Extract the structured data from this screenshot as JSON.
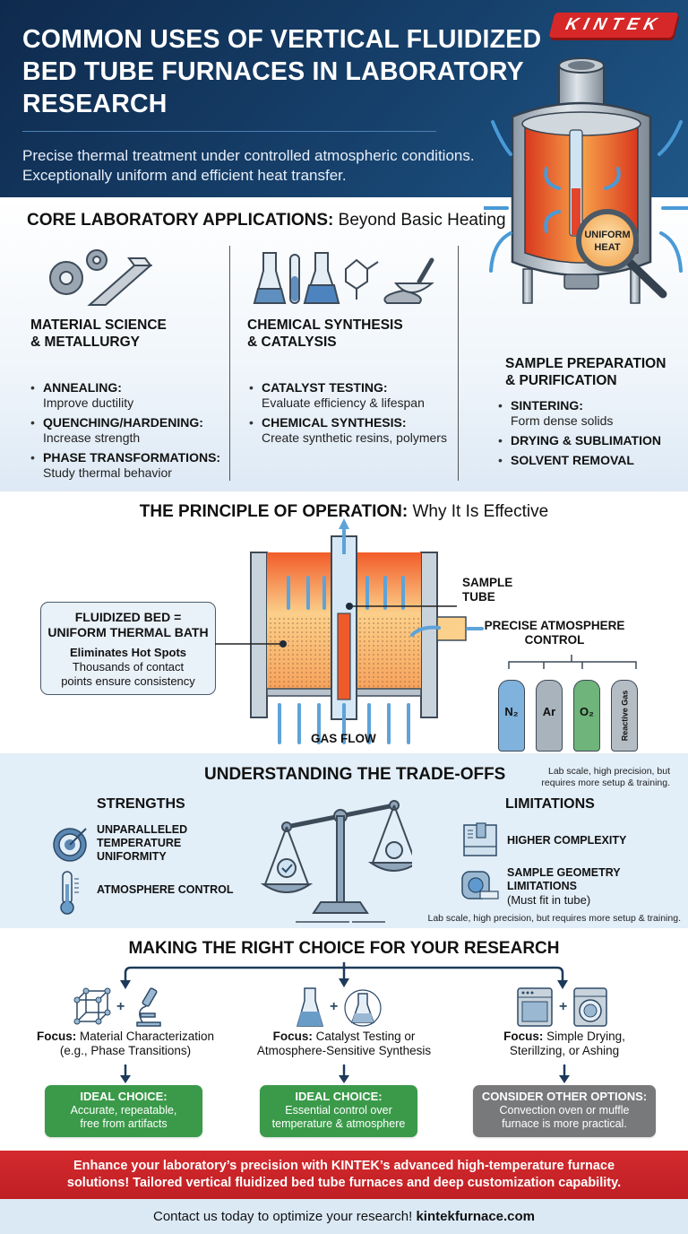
{
  "header": {
    "title": "COMMON USES OF VERTICAL FLUIDIZED BED TUBE FURNACES IN LABORATORY RESEARCH",
    "subtitle": "Precise thermal treatment under controlled atmospheric conditions. Exceptionally uniform and efficient heat transfer.",
    "logo": "KINTEK",
    "magnifier_label_1": "UNIFORM",
    "magnifier_label_2": "HEAT"
  },
  "core": {
    "title_bold": "CORE LABORATORY APPLICATIONS:",
    "title_light": " Beyond Basic Heating",
    "columns": [
      {
        "heading_1": "MATERIAL SCIENCE",
        "heading_2": "& METALLURGY",
        "icon": "gears-and-ingot-icon",
        "items": [
          {
            "label": "ANNEALING:",
            "desc": "Improve ductility"
          },
          {
            "label": "QUENCHING/HARDENING:",
            "desc": "Increase strength"
          },
          {
            "label": "PHASE TRANSFORMATIONS:",
            "desc": "Study thermal behavior"
          }
        ]
      },
      {
        "heading_1": "CHEMICAL SYNTHESIS",
        "heading_2": "& CATALYSIS",
        "icon": "lab-glassware-icon",
        "items": [
          {
            "label": "CATALYST TESTING:",
            "desc": "Evaluate efficiency & lifespan"
          },
          {
            "label": "CHEMICAL SYNTHESIS:",
            "desc": "Create synthetic resins, polymers"
          }
        ]
      },
      {
        "heading_1": "SAMPLE PREPARATION",
        "heading_2": "& PURIFICATION",
        "icon": "furnace-icon",
        "items": [
          {
            "label": "SINTERING:",
            "desc": "Form dense solids"
          },
          {
            "label": "DRYING & SUBLIMATION",
            "desc": ""
          },
          {
            "label": "SOLVENT REMOVAL",
            "desc": ""
          }
        ]
      }
    ]
  },
  "principle": {
    "title_bold": "THE PRINCIPLE OF OPERATION:",
    "title_light": " Why It Is Effective",
    "callout": {
      "heading_1": "FLUIDIZED BED =",
      "heading_2": "UNIFORM THERMAL BATH",
      "sub": "Eliminates Hot Spots",
      "text_1": "Thousands of contact",
      "text_2": "points ensure consistency"
    },
    "sample_tube_1": "SAMPLE",
    "sample_tube_2": "TUBE",
    "atmosphere_1": "PRECISE ATMOSPHERE",
    "atmosphere_2": "CONTROL",
    "gas_flow": "GAS FLOW",
    "cylinders": [
      {
        "label": "N₂",
        "color": "#7fb2dc"
      },
      {
        "label": "Ar",
        "color": "#a9b3bc"
      },
      {
        "label": "O₂",
        "color": "#6fb47a"
      },
      {
        "label": "Reactive Gas",
        "color": "#b5bdc4"
      }
    ]
  },
  "tradeoffs": {
    "title": "UNDERSTANDING THE TRADE-OFFS",
    "note_top_1": "Lab scale, high precision, but",
    "note_top_2": "requires more setup & training.",
    "strengths_title": "STRENGTHS",
    "strengths": [
      {
        "line_1": "UNPARALLELED",
        "line_2": "TEMPERATURE",
        "line_3": "UNIFORMITY",
        "icon": "target-icon"
      },
      {
        "line_1": "ATMOSPHERE CONTROL",
        "icon": "thermometer-icon"
      }
    ],
    "limitations_title": "LIMITATIONS",
    "limitations": [
      {
        "line_1": "HIGHER COMPLEXITY",
        "icon": "machine-icon"
      },
      {
        "line_1": "SAMPLE GEOMETRY",
        "line_2": "LIMITATIONS",
        "note": "(Must fit in tube)",
        "icon": "tape-measure-icon"
      }
    ],
    "note_bottom": "Lab scale, high precision, but requires more setup & training."
  },
  "choice": {
    "title": "MAKING THE RIGHT CHOICE FOR YOUR RESEARCH",
    "options": [
      {
        "focus_label": "Focus:",
        "focus_1": " Material Characterization",
        "focus_2": "(e.g., Phase Transitions)",
        "result_head": "IDEAL CHOICE:",
        "result_1": "Accurate, repeatable,",
        "result_2": "free from artifacts",
        "color": "#3a9a4a"
      },
      {
        "focus_label": "Focus:",
        "focus_1": " Catalyst Testing or",
        "focus_2": "Atmosphere-Sensitive Synthesis",
        "result_head": "IDEAL CHOICE:",
        "result_1": "Essential control over",
        "result_2": "temperature & atmosphere",
        "color": "#3a9a4a"
      },
      {
        "focus_label": "Focus:",
        "focus_1": " Simple Drying,",
        "focus_2": "Sterillzing, or Ashing",
        "result_head": "CONSIDER OTHER OPTIONS:",
        "result_1": "Convection oven or muffle",
        "result_2": "furnace is more practical.",
        "color": "#77797b"
      }
    ]
  },
  "footer": {
    "cta_1": "Enhance your laboratory’s precision with KINTEK’s advanced high-temperature furnace",
    "cta_2": "solutions! Tailored vertical fluidized bed tube furnaces and deep customization capability.",
    "contact_text": "Contact us today to optimize your research! ",
    "contact_link": "kintekfurnace.com"
  }
}
